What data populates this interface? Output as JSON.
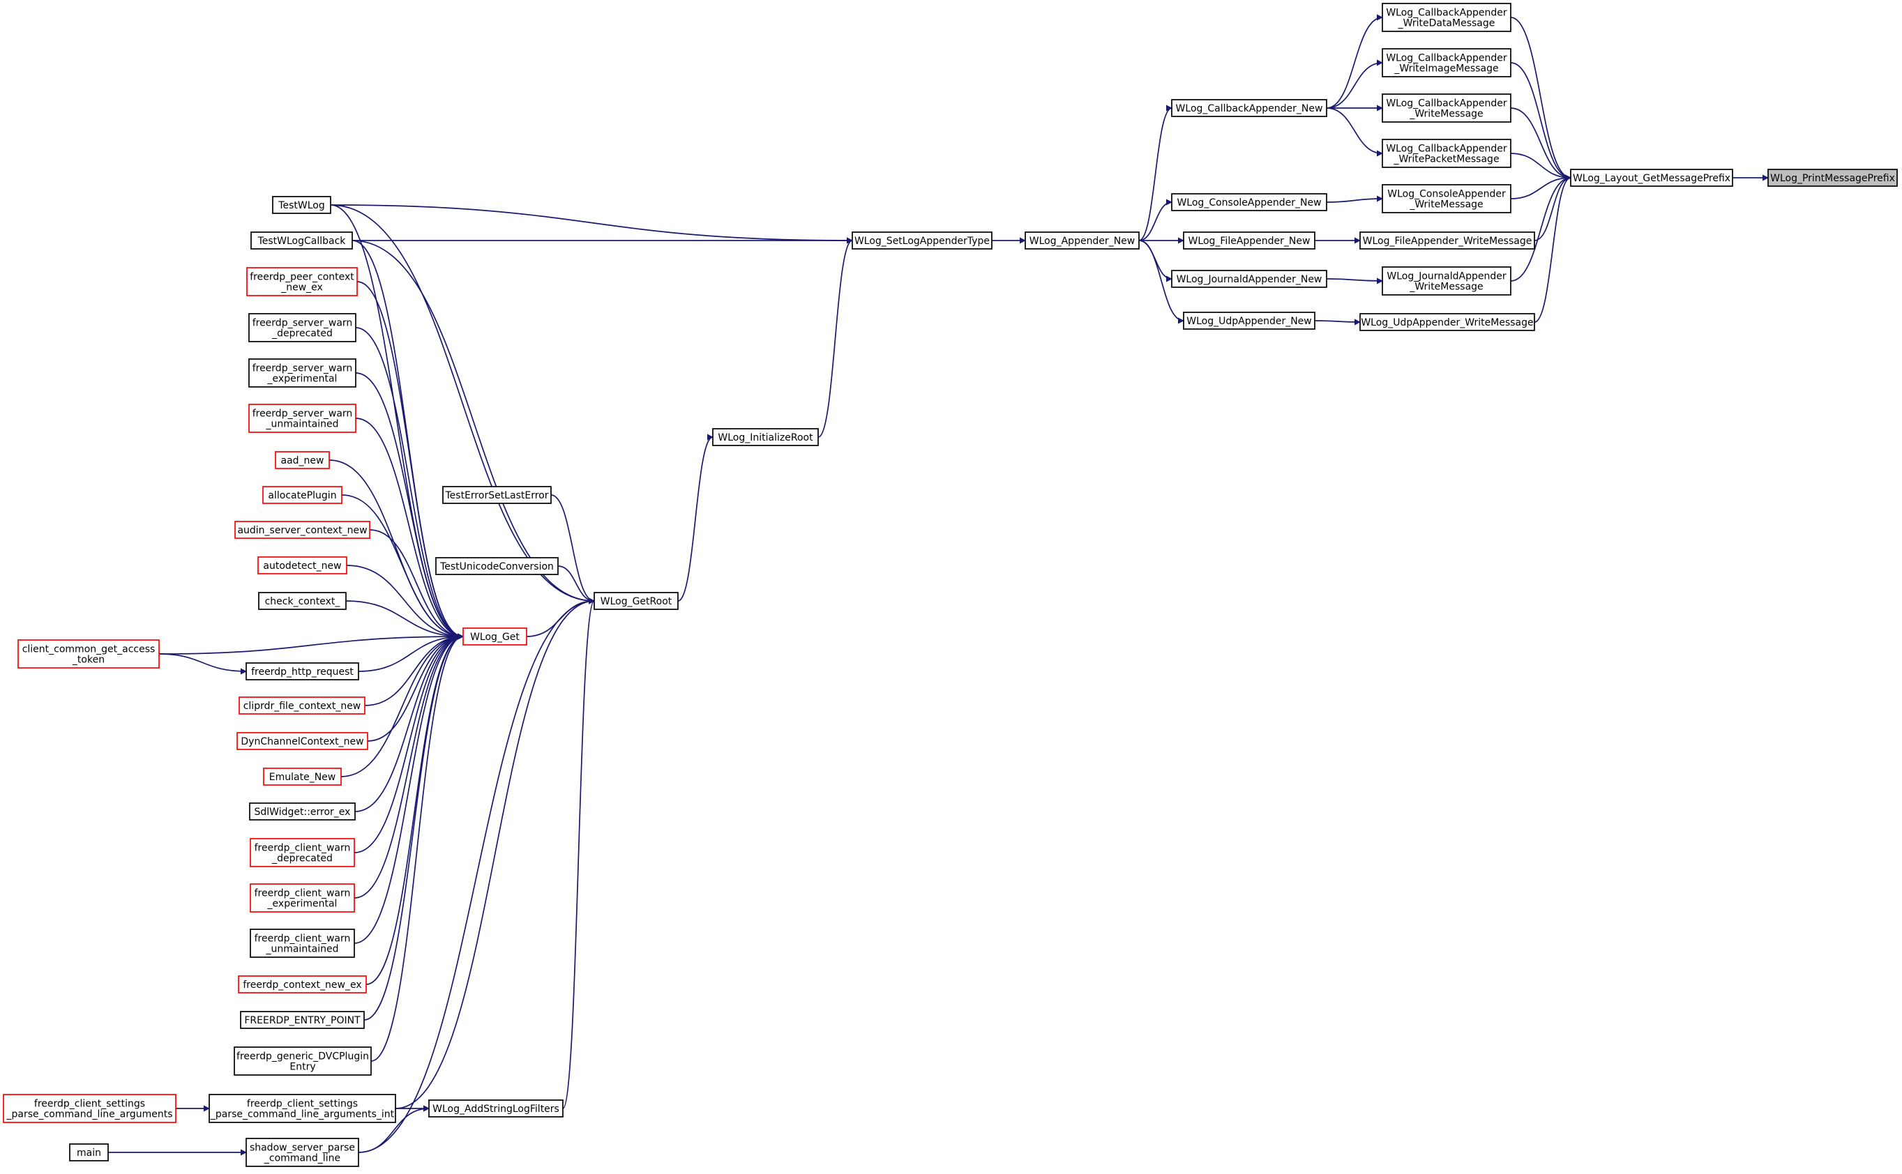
{
  "colors": {
    "edge": "#191970",
    "border_normal": "#000000",
    "border_truncated": "#ff0000",
    "fill_normal": "#ffffff",
    "fill_focus": "#bfbfbf"
  },
  "nodes": [
    {
      "id": "printprefix",
      "lines": [
        "WLog_PrintMessagePrefix"
      ],
      "kind": "focus"
    },
    {
      "id": "getprefix",
      "lines": [
        "WLog_Layout_GetMessagePrefix"
      ],
      "kind": "normal"
    },
    {
      "id": "cb_data",
      "lines": [
        "WLog_CallbackAppender",
        "_WriteDataMessage"
      ],
      "kind": "normal"
    },
    {
      "id": "cb_image",
      "lines": [
        "WLog_CallbackAppender",
        "_WriteImageMessage"
      ],
      "kind": "normal"
    },
    {
      "id": "cb_msg",
      "lines": [
        "WLog_CallbackAppender",
        "_WriteMessage"
      ],
      "kind": "normal"
    },
    {
      "id": "cb_packet",
      "lines": [
        "WLog_CallbackAppender",
        "_WritePacketMessage"
      ],
      "kind": "normal"
    },
    {
      "id": "console_msg",
      "lines": [
        "WLog_ConsoleAppender",
        "_WriteMessage"
      ],
      "kind": "normal"
    },
    {
      "id": "file_msg",
      "lines": [
        "WLog_FileAppender_WriteMessage"
      ],
      "kind": "normal"
    },
    {
      "id": "journal_msg",
      "lines": [
        "WLog_JournaldAppender",
        "_WriteMessage"
      ],
      "kind": "normal"
    },
    {
      "id": "udp_msg",
      "lines": [
        "WLog_UdpAppender_WriteMessage"
      ],
      "kind": "normal"
    },
    {
      "id": "cb_new",
      "lines": [
        "WLog_CallbackAppender_New"
      ],
      "kind": "normal"
    },
    {
      "id": "console_new",
      "lines": [
        "WLog_ConsoleAppender_New"
      ],
      "kind": "normal"
    },
    {
      "id": "file_new",
      "lines": [
        "WLog_FileAppender_New"
      ],
      "kind": "normal"
    },
    {
      "id": "journal_new",
      "lines": [
        "WLog_JournaldAppender_New"
      ],
      "kind": "normal"
    },
    {
      "id": "udp_new",
      "lines": [
        "WLog_UdpAppender_New"
      ],
      "kind": "normal"
    },
    {
      "id": "appender_new",
      "lines": [
        "WLog_Appender_New"
      ],
      "kind": "normal"
    },
    {
      "id": "setlogappender",
      "lines": [
        "WLog_SetLogAppenderType"
      ],
      "kind": "normal"
    },
    {
      "id": "initroot",
      "lines": [
        "WLog_InitializeRoot"
      ],
      "kind": "normal"
    },
    {
      "id": "getroot",
      "lines": [
        "WLog_GetRoot"
      ],
      "kind": "normal"
    },
    {
      "id": "testerror",
      "lines": [
        "TestErrorSetLastError"
      ],
      "kind": "normal"
    },
    {
      "id": "testunicode",
      "lines": [
        "TestUnicodeConversion"
      ],
      "kind": "normal"
    },
    {
      "id": "wlogget",
      "lines": [
        "WLog_Get"
      ],
      "kind": "truncated"
    },
    {
      "id": "testwlog",
      "lines": [
        "TestWLog"
      ],
      "kind": "normal"
    },
    {
      "id": "testwlogcb",
      "lines": [
        "TestWLogCallback"
      ],
      "kind": "normal"
    },
    {
      "id": "peer_ctx",
      "lines": [
        "freerdp_peer_context",
        "_new_ex"
      ],
      "kind": "truncated"
    },
    {
      "id": "srv_depr",
      "lines": [
        "freerdp_server_warn",
        "_deprecated"
      ],
      "kind": "normal"
    },
    {
      "id": "srv_exp",
      "lines": [
        "freerdp_server_warn",
        "_experimental"
      ],
      "kind": "normal"
    },
    {
      "id": "srv_unm",
      "lines": [
        "freerdp_server_warn",
        "_unmaintained"
      ],
      "kind": "truncated"
    },
    {
      "id": "aad_new",
      "lines": [
        "aad_new"
      ],
      "kind": "truncated"
    },
    {
      "id": "alloc_plugin",
      "lines": [
        "allocatePlugin"
      ],
      "kind": "truncated"
    },
    {
      "id": "audin",
      "lines": [
        "audin_server_context_new"
      ],
      "kind": "truncated"
    },
    {
      "id": "autodetect",
      "lines": [
        "autodetect_new"
      ],
      "kind": "truncated"
    },
    {
      "id": "check_ctx",
      "lines": [
        "check_context_"
      ],
      "kind": "normal"
    },
    {
      "id": "client_token",
      "lines": [
        "client_common_get_access",
        "_token"
      ],
      "kind": "truncated"
    },
    {
      "id": "http_req",
      "lines": [
        "freerdp_http_request"
      ],
      "kind": "normal"
    },
    {
      "id": "cliprdr",
      "lines": [
        "cliprdr_file_context_new"
      ],
      "kind": "truncated"
    },
    {
      "id": "dynchan",
      "lines": [
        "DynChannelContext_new"
      ],
      "kind": "truncated"
    },
    {
      "id": "emulate",
      "lines": [
        "Emulate_New"
      ],
      "kind": "truncated"
    },
    {
      "id": "sdlwidget",
      "lines": [
        "SdlWidget::error_ex"
      ],
      "kind": "normal"
    },
    {
      "id": "cli_depr",
      "lines": [
        "freerdp_client_warn",
        "_deprecated"
      ],
      "kind": "truncated"
    },
    {
      "id": "cli_exp",
      "lines": [
        "freerdp_client_warn",
        "_experimental"
      ],
      "kind": "truncated"
    },
    {
      "id": "cli_unm",
      "lines": [
        "freerdp_client_warn",
        "_unmaintained"
      ],
      "kind": "normal"
    },
    {
      "id": "ctx_new_ex",
      "lines": [
        "freerdp_context_new_ex"
      ],
      "kind": "truncated"
    },
    {
      "id": "entry_point",
      "lines": [
        "FREERDP_ENTRY_POINT"
      ],
      "kind": "normal"
    },
    {
      "id": "dvc_entry",
      "lines": [
        "freerdp_generic_DVCPlugin",
        "Entry"
      ],
      "kind": "normal"
    },
    {
      "id": "cs_parse",
      "lines": [
        "freerdp_client_settings",
        "_parse_command_line_arguments"
      ],
      "kind": "truncated"
    },
    {
      "id": "cs_parse_int",
      "lines": [
        "freerdp_client_settings",
        "_parse_command_line_arguments_int"
      ],
      "kind": "normal"
    },
    {
      "id": "addfilters",
      "lines": [
        "WLog_AddStringLogFilters"
      ],
      "kind": "normal"
    },
    {
      "id": "main",
      "lines": [
        "main"
      ],
      "kind": "normal"
    },
    {
      "id": "shadow_parse",
      "lines": [
        "shadow_server_parse",
        "_command_line"
      ],
      "kind": "normal"
    }
  ],
  "edges": [
    [
      "getprefix",
      "printprefix"
    ],
    [
      "cb_data",
      "getprefix"
    ],
    [
      "cb_image",
      "getprefix"
    ],
    [
      "cb_msg",
      "getprefix"
    ],
    [
      "cb_packet",
      "getprefix"
    ],
    [
      "console_msg",
      "getprefix"
    ],
    [
      "file_msg",
      "getprefix"
    ],
    [
      "journal_msg",
      "getprefix"
    ],
    [
      "udp_msg",
      "getprefix"
    ],
    [
      "cb_new",
      "cb_data"
    ],
    [
      "cb_new",
      "cb_image"
    ],
    [
      "cb_new",
      "cb_msg"
    ],
    [
      "cb_new",
      "cb_packet"
    ],
    [
      "console_new",
      "console_msg"
    ],
    [
      "file_new",
      "file_msg"
    ],
    [
      "journal_new",
      "journal_msg"
    ],
    [
      "udp_new",
      "udp_msg"
    ],
    [
      "appender_new",
      "cb_new"
    ],
    [
      "appender_new",
      "console_new"
    ],
    [
      "appender_new",
      "file_new"
    ],
    [
      "appender_new",
      "journal_new"
    ],
    [
      "appender_new",
      "udp_new"
    ],
    [
      "setlogappender",
      "appender_new"
    ],
    [
      "initroot",
      "setlogappender"
    ],
    [
      "testwlog",
      "setlogappender"
    ],
    [
      "testwlogcb",
      "setlogappender"
    ],
    [
      "getroot",
      "initroot"
    ],
    [
      "testerror",
      "getroot"
    ],
    [
      "testunicode",
      "getroot"
    ],
    [
      "wlogget",
      "getroot"
    ],
    [
      "testwlog",
      "getroot"
    ],
    [
      "testwlogcb",
      "getroot"
    ],
    [
      "cs_parse_int",
      "getroot"
    ],
    [
      "addfilters",
      "getroot"
    ],
    [
      "shadow_parse",
      "getroot"
    ],
    [
      "testwlog",
      "wlogget"
    ],
    [
      "testwlogcb",
      "wlogget"
    ],
    [
      "peer_ctx",
      "wlogget"
    ],
    [
      "srv_depr",
      "wlogget"
    ],
    [
      "srv_exp",
      "wlogget"
    ],
    [
      "srv_unm",
      "wlogget"
    ],
    [
      "aad_new",
      "wlogget"
    ],
    [
      "alloc_plugin",
      "wlogget"
    ],
    [
      "audin",
      "wlogget"
    ],
    [
      "autodetect",
      "wlogget"
    ],
    [
      "check_ctx",
      "wlogget"
    ],
    [
      "client_token",
      "wlogget"
    ],
    [
      "http_req",
      "wlogget"
    ],
    [
      "cliprdr",
      "wlogget"
    ],
    [
      "dynchan",
      "wlogget"
    ],
    [
      "emulate",
      "wlogget"
    ],
    [
      "sdlwidget",
      "wlogget"
    ],
    [
      "cli_depr",
      "wlogget"
    ],
    [
      "cli_exp",
      "wlogget"
    ],
    [
      "cli_unm",
      "wlogget"
    ],
    [
      "ctx_new_ex",
      "wlogget"
    ],
    [
      "entry_point",
      "wlogget"
    ],
    [
      "dvc_entry",
      "wlogget"
    ],
    [
      "client_token",
      "http_req"
    ],
    [
      "cs_parse",
      "cs_parse_int"
    ],
    [
      "cs_parse_int",
      "addfilters"
    ],
    [
      "shadow_parse",
      "addfilters"
    ],
    [
      "main",
      "shadow_parse"
    ]
  ]
}
